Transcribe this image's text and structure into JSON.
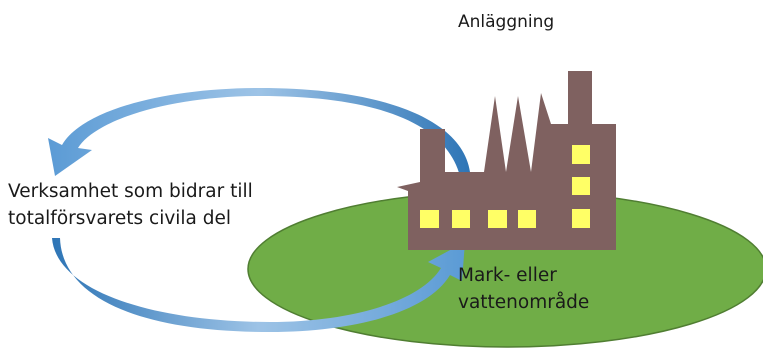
{
  "labels": {
    "facility": "Anläggning",
    "activity": [
      "Verksamhet som bidrar till",
      "totalförsvarets civila del"
    ],
    "area": [
      "Mark- eller",
      "vattenområde"
    ]
  },
  "colors": {
    "ground_fill": "#70ad47",
    "ground_stroke": "#507e32",
    "factory": "#7f6160",
    "windows": "#ffff66",
    "arrow_light": "#9dc3e6",
    "arrow_dark": "#2e75b6"
  }
}
